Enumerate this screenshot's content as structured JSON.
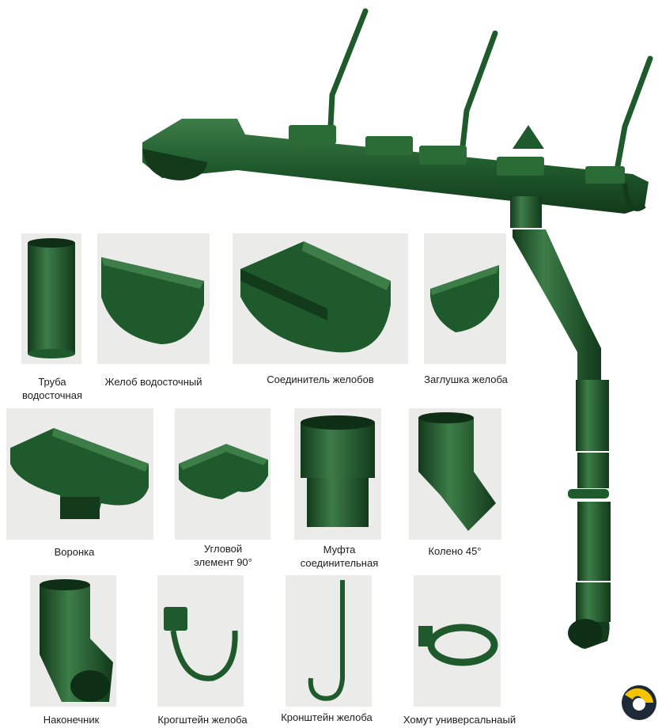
{
  "colors": {
    "pipe": "#1f5a2c",
    "pipe_dark": "#123a1b",
    "pipe_light": "#3d7d48",
    "tile_bg": "#ebebea",
    "logo_yellow": "#f5c400",
    "logo_dark": "#1e2a38"
  },
  "products": [
    {
      "id": "pipe",
      "caption": "Труба\nводосточная"
    },
    {
      "id": "gutter",
      "caption": "Желоб водосточный"
    },
    {
      "id": "gutter-connector",
      "caption": "Соединитель желобов"
    },
    {
      "id": "gutter-end-cap",
      "caption": "Заглушка желоба"
    },
    {
      "id": "funnel",
      "caption": "Воронка"
    },
    {
      "id": "corner-90",
      "caption": "Угловой\nэлемент 90°"
    },
    {
      "id": "coupling",
      "caption": "Муфта\nсоединительная"
    },
    {
      "id": "elbow-45",
      "caption": "Колено 45°"
    },
    {
      "id": "outlet",
      "caption": "Наконечник"
    },
    {
      "id": "short-bracket",
      "caption": "Крогштейн желоба"
    },
    {
      "id": "long-bracket",
      "caption": "Кронштейн желоба"
    },
    {
      "id": "universal-clamp",
      "caption": "Хомут универсальнаый"
    }
  ]
}
